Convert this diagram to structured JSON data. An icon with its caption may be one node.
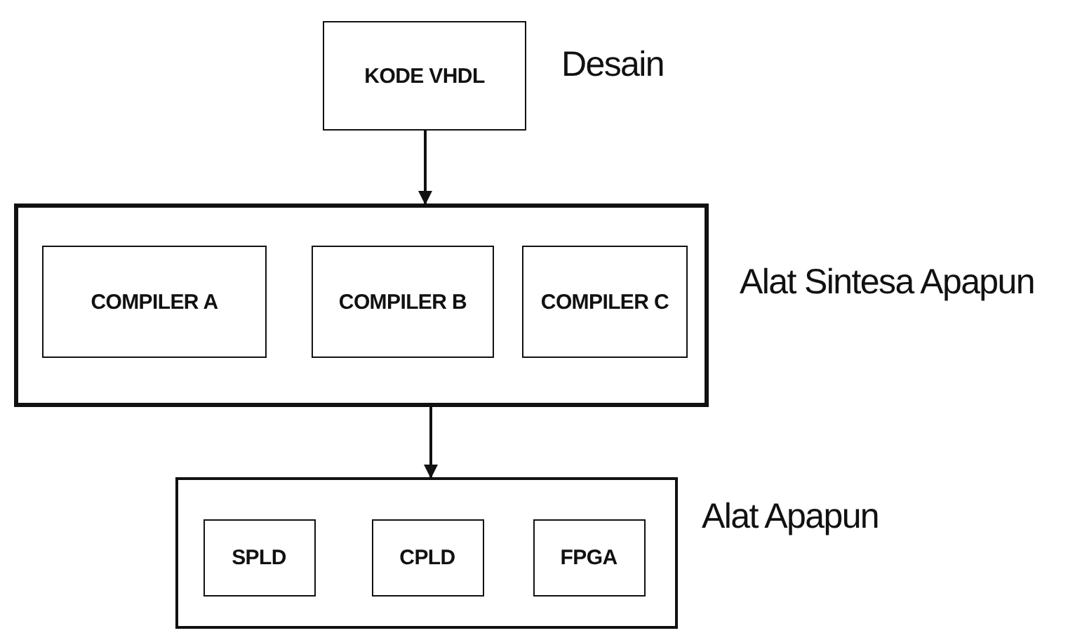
{
  "diagram": {
    "nodes": [
      {
        "text": [
          "KODE VHDL"
        ],
        "beside": [
          "Desain"
        ]
      },
      {
        "text": [],
        "shape": "box",
        "beside": [
          "Alat Sintesa Apapun"
        ]
      },
      {
        "text": [
          "COMPILER A"
        ],
        "in": 1
      },
      {
        "text": [
          "COMPILER B"
        ],
        "in": 1
      },
      {
        "text": [
          "COMPILER C"
        ],
        "in": 1
      },
      {
        "text": [],
        "shape": "box",
        "beside": [
          "Alat Apapun"
        ]
      },
      {
        "text": [
          "SPLD"
        ],
        "in": 5
      },
      {
        "text": [
          "CPLD"
        ],
        "in": 5
      },
      {
        "text": [
          "FPGA"
        ],
        "in": 5
      }
    ],
    "edges": [
      {
        "from": 0,
        "to": 1,
        "arrow": "to"
      },
      {
        "from": 1,
        "to": 5,
        "arrow": "to"
      }
    ]
  }
}
